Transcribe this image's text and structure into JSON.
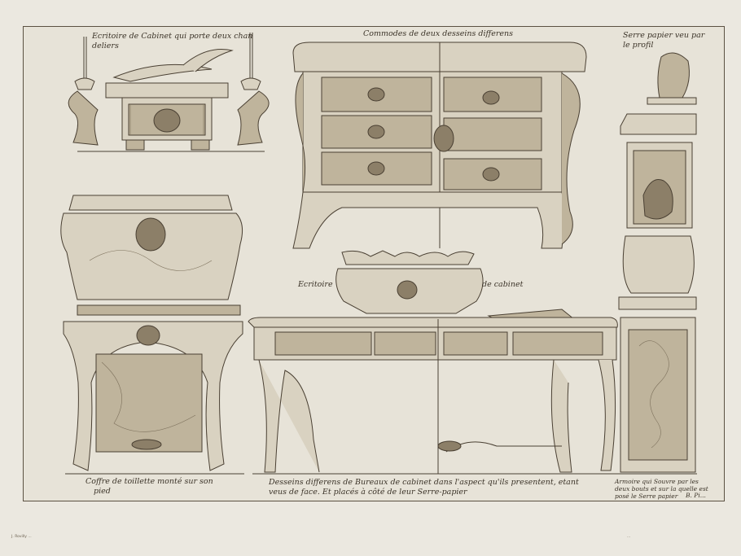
{
  "captions": {
    "ecritoire_cabinet": "Ecritoire de Cabinet qui porte deux chan",
    "ecritoire_cabinet_2": "deliers",
    "commodes": "Commodes de deux desseins differens",
    "serre_papier": "Serre papier veu par",
    "serre_papier_2": "le profil",
    "ecritoire": "Ecritoire",
    "de_cabinet": "de cabinet",
    "coffre_1": "Coffre de toillette monté sur son",
    "coffre_2": "pied",
    "desseins_1": "Desseins differens de Bureaux de cabinet dans l'aspect qu'ils presentent, etant",
    "desseins_2": "veus de face. Et placés à côté de leur Serre-papier",
    "armoire_1": "Armoire qui Souvre par les",
    "armoire_2": "deux bouts et sur la quelle est",
    "armoire_3": "posé le Serre papier",
    "signature": "B. Pi..."
  },
  "margin": {
    "left_note": "J. Rovilly ...",
    "right_note": "..."
  }
}
